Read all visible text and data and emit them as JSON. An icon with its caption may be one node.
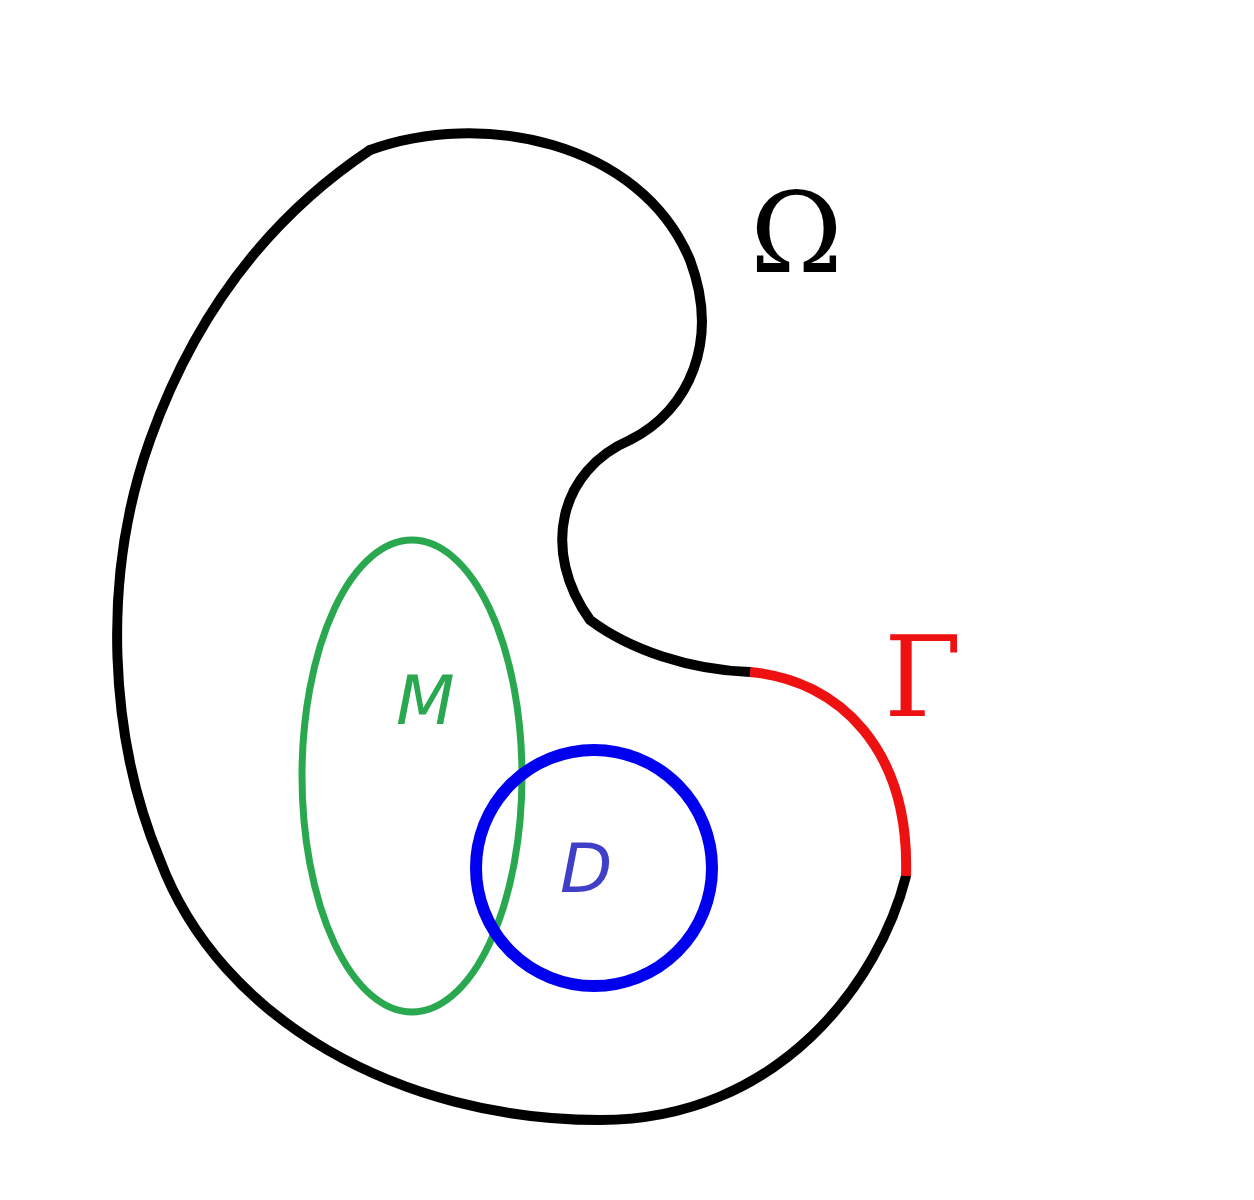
{
  "diagram": {
    "nodes": [
      {
        "text": [
          "Ω"
        ]
      },
      {
        "text": [
          "M"
        ],
        "in": 0
      },
      {
        "text": [
          "D"
        ],
        "in": 0
      }
    ],
    "labels": [
      "Γ"
    ]
  }
}
